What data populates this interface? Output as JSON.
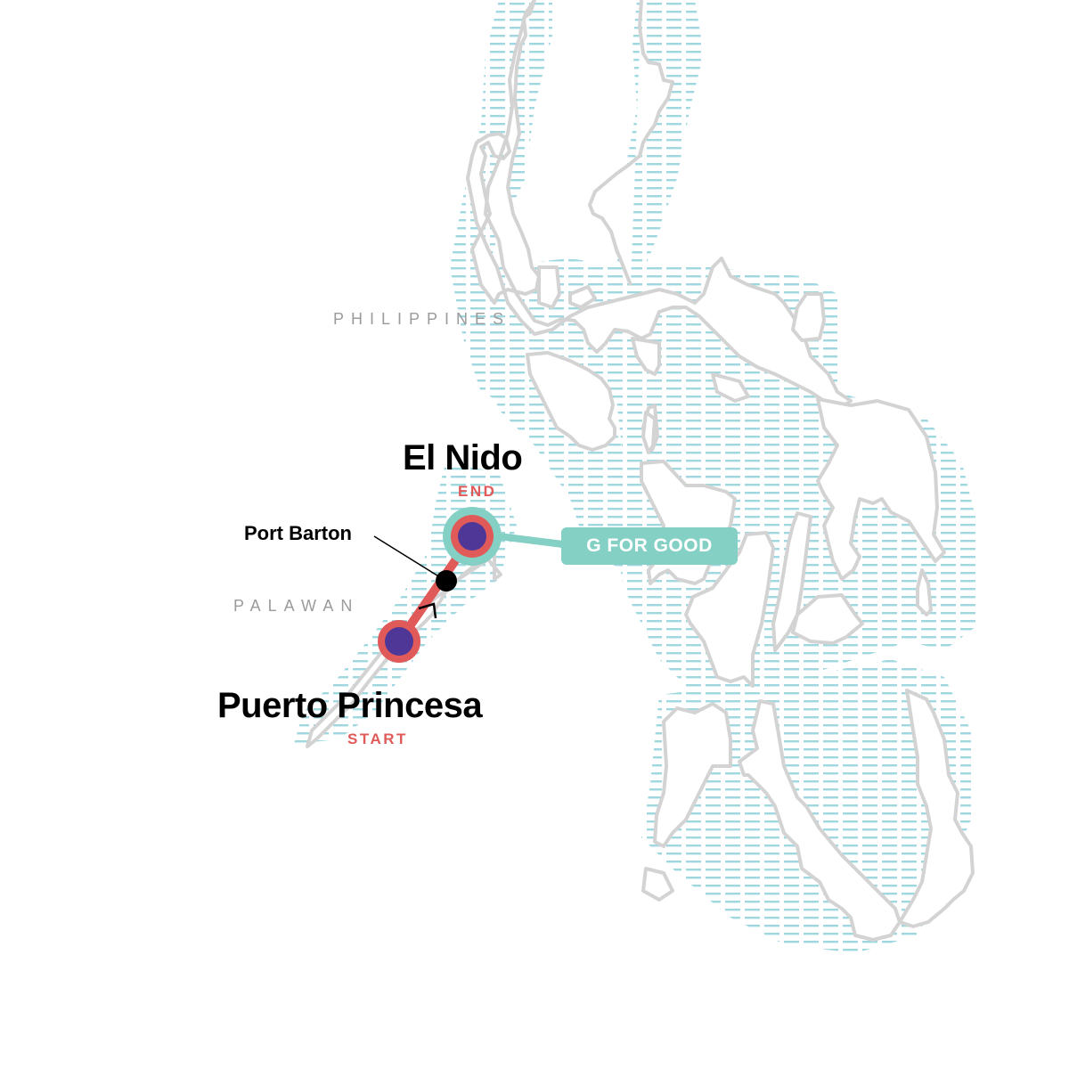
{
  "map": {
    "country_label": "PHILIPPINES",
    "region_label": "PALAWAN",
    "colors": {
      "coast_outline": "#d3d3d3",
      "water_hatch": "#9fd8e0",
      "route": "#e05a5a",
      "stop_fill": "#4f3797",
      "stop_ring": "#e05a5a",
      "g_for_good_ring": "#84d0c4",
      "waypoint": "#000000"
    }
  },
  "route": {
    "start": {
      "name": "Puerto Princesa",
      "role": "START"
    },
    "waypoint": {
      "name": "Port Barton"
    },
    "end": {
      "name": "El Nido",
      "role": "END"
    }
  },
  "badge": {
    "label": "G FOR GOOD",
    "icon": "infinity-icon"
  }
}
